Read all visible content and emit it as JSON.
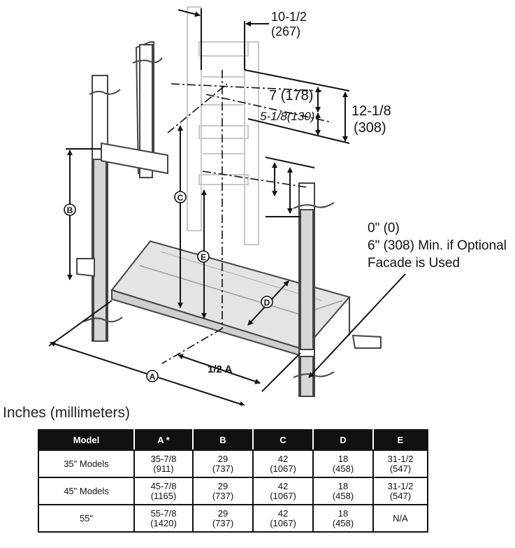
{
  "diagram": {
    "labels": {
      "top_width": "10-1/2",
      "top_width_mm": "(267)",
      "dim1": "7 (178)",
      "dim2": "5-1/8(130)",
      "dim3": "12-1/8",
      "dim3_mm": "(308)",
      "clearance_line1": "0\" (0)",
      "clearance_line2": "6\" (308) Min. if Optional",
      "clearance_line3": "Facade is Used",
      "half_a": "1/2 A",
      "letter_a": "A",
      "letter_b": "B",
      "letter_c": "C",
      "letter_d": "D",
      "letter_e": "E"
    }
  },
  "caption": "Inches (millimeters)",
  "table": {
    "headers": [
      "Model",
      "A *",
      "B",
      "C",
      "D",
      "E"
    ],
    "rows": [
      {
        "model": "35\" Models",
        "a": "35-7/8",
        "a_mm": "(911)",
        "b": "29",
        "b_mm": "(737)",
        "c": "42",
        "c_mm": "(1067)",
        "d": "18",
        "d_mm": "(458)",
        "e": "31-1/2",
        "e_mm": "(547)"
      },
      {
        "model": "45\" Models",
        "a": "45-7/8",
        "a_mm": "(1165)",
        "b": "29",
        "b_mm": "(737)",
        "c": "42",
        "c_mm": "(1067)",
        "d": "18",
        "d_mm": "(458)",
        "e": "31-1/2",
        "e_mm": "(547)"
      },
      {
        "model": "55\"",
        "a": "55-7/8",
        "a_mm": "(1420)",
        "b": "29",
        "b_mm": "(737)",
        "c": "42",
        "c_mm": "(1067)",
        "d": "18",
        "d_mm": "(458)",
        "e": "N/A",
        "e_mm": ""
      }
    ]
  }
}
